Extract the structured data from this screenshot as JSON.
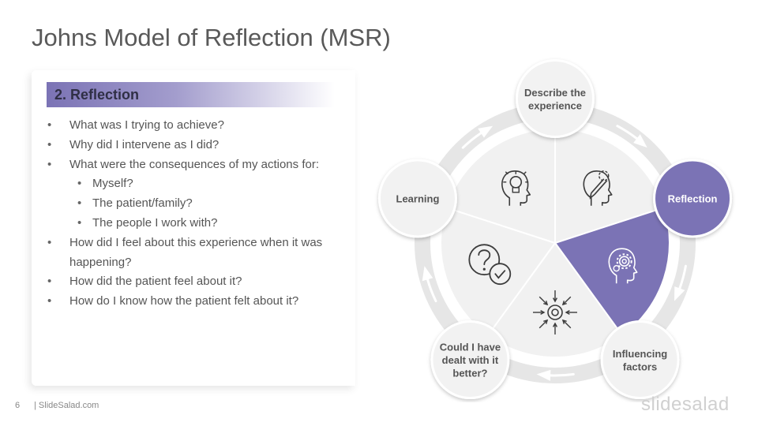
{
  "title": "Johns Model of Reflection (MSR)",
  "section_heading": "2. Reflection",
  "bullets": [
    {
      "level": 1,
      "text": "What was I trying to achieve?"
    },
    {
      "level": 1,
      "text": "Why did I intervene as I did?"
    },
    {
      "level": 1,
      "text": "What were the consequences of my actions for:"
    },
    {
      "level": 2,
      "text": "Myself?"
    },
    {
      "level": 2,
      "text": "The patient/family?"
    },
    {
      "level": 2,
      "text": "The people I work with?"
    },
    {
      "level": 1,
      "text": "How did I feel about this experience when it was happening?"
    },
    {
      "level": 1,
      "text": "How did the patient feel about it?"
    },
    {
      "level": 1,
      "text": "How do I know how the patient felt about it?"
    }
  ],
  "diagram": {
    "steps": [
      {
        "lines": [
          "Describe the",
          "experience"
        ],
        "icon": "head-pencil-icon",
        "active": false
      },
      {
        "lines": [
          "Reflection"
        ],
        "icon": "head-gear-icon",
        "active": true
      },
      {
        "lines": [
          "Influencing",
          "factors"
        ],
        "icon": "target-arrows-icon",
        "active": false
      },
      {
        "lines": [
          "Could I have",
          "dealt with it",
          "better?"
        ],
        "icon": "question-check-icon",
        "active": false
      },
      {
        "lines": [
          "Learning"
        ],
        "icon": "head-lightbulb-icon",
        "active": false
      }
    ]
  },
  "colors": {
    "accent": "#7b73b5",
    "segment": "#f1f1f1",
    "ring": "#e6e6e6",
    "label_text": "#555555",
    "title_text": "#595959"
  },
  "footer": {
    "page_number": "6",
    "source": "| SlideSalad.com",
    "brand": "slidesalad"
  }
}
